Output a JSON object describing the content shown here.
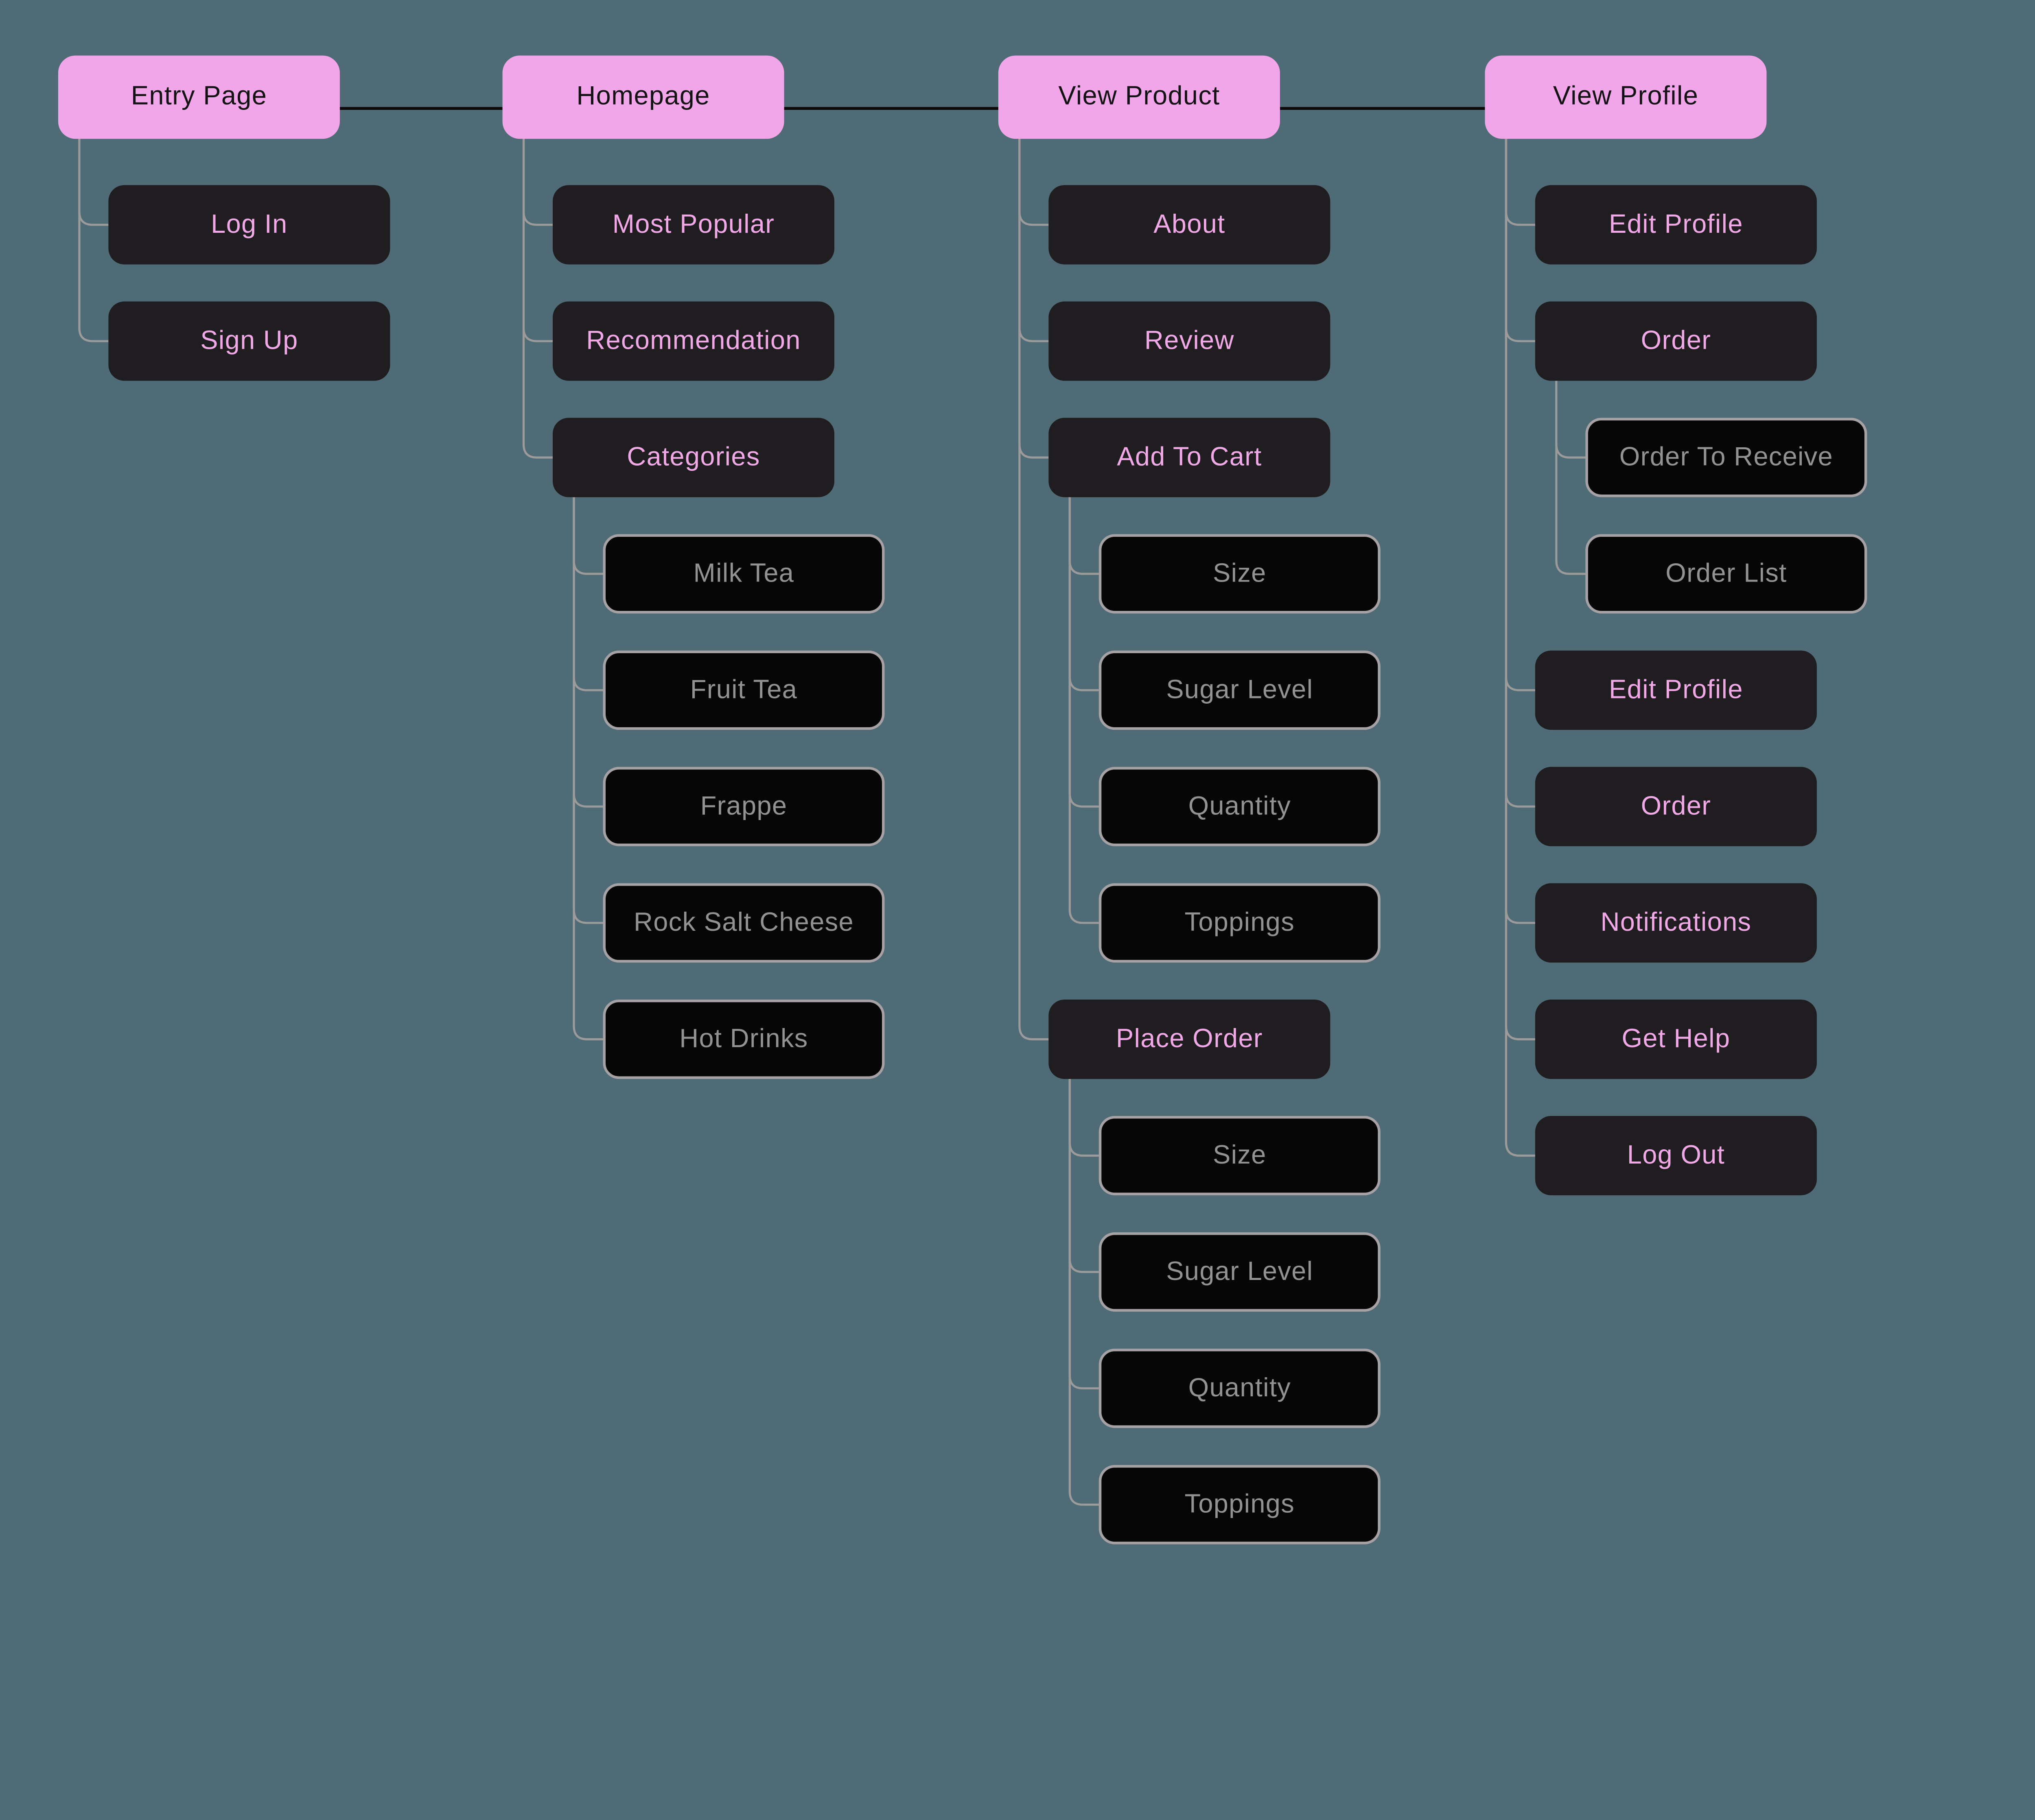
{
  "diagram": {
    "colors": {
      "background": "#4f6b75",
      "page_fill": "#f0a6e9",
      "page_text": "#131313",
      "section_fill": "#1f1d1f",
      "section_text": "#f0a8e6",
      "leaf_fill": "#060606",
      "leaf_border": "#a5a1a5",
      "leaf_text": "#929292",
      "connector": "#9b9b9b",
      "link": "#0c0c0c"
    },
    "columns": [
      {
        "label": "Entry Page",
        "children": [
          {
            "label": "Log In"
          },
          {
            "label": "Sign Up"
          }
        ]
      },
      {
        "label": "Homepage",
        "children": [
          {
            "label": "Most Popular"
          },
          {
            "label": "Recommendation"
          },
          {
            "label": "Categories",
            "children": [
              {
                "label": "Milk Tea"
              },
              {
                "label": "Fruit Tea"
              },
              {
                "label": "Frappe"
              },
              {
                "label": "Rock Salt Cheese"
              },
              {
                "label": "Hot Drinks"
              }
            ]
          }
        ]
      },
      {
        "label": "View Product",
        "children": [
          {
            "label": "About"
          },
          {
            "label": "Review"
          },
          {
            "label": "Add To Cart",
            "children": [
              {
                "label": "Size"
              },
              {
                "label": "Sugar Level"
              },
              {
                "label": "Quantity"
              },
              {
                "label": "Toppings"
              }
            ]
          },
          {
            "label": "Place Order",
            "children": [
              {
                "label": "Size"
              },
              {
                "label": "Sugar Level"
              },
              {
                "label": "Quantity"
              },
              {
                "label": "Toppings"
              }
            ]
          }
        ]
      },
      {
        "label": "View Profile",
        "children": [
          {
            "label": "Edit Profile"
          },
          {
            "label": "Order",
            "children": [
              {
                "label": "Order To Receive"
              },
              {
                "label": "Order List"
              }
            ]
          },
          {
            "label": "Edit Profile"
          },
          {
            "label": "Order"
          },
          {
            "label": "Notifications"
          },
          {
            "label": "Get Help"
          },
          {
            "label": "Log Out"
          }
        ]
      }
    ]
  }
}
